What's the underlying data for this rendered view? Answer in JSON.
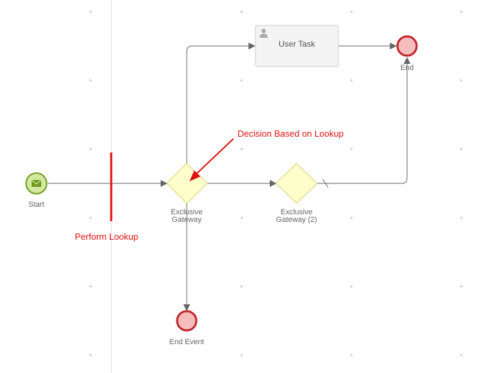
{
  "diagram": {
    "start_label": "Start",
    "user_task_label": "User Task",
    "end_label": "End",
    "gateway1_label": "Exclusive\nGateway",
    "gateway2_label": "Exclusive\nGateway (2)",
    "end_event_label": "End Event"
  },
  "annotations": {
    "decision": "Decision Based on Lookup",
    "lookup": "Perform Lookup"
  },
  "colors": {
    "start_fill": "#d3e9a0",
    "start_stroke": "#6f9a1f",
    "end_fill": "#f7bcbc",
    "end_stroke": "#c1272d",
    "gateway_fill": "#ffffcc",
    "gateway_stroke": "#d6cf74",
    "task_fill": "#f4f4f4",
    "task_stroke": "#cccccc",
    "flow": "#666666",
    "annotation": "#dd1111"
  },
  "icons": {
    "start_event": "envelope-icon",
    "user_task": "user-icon"
  }
}
